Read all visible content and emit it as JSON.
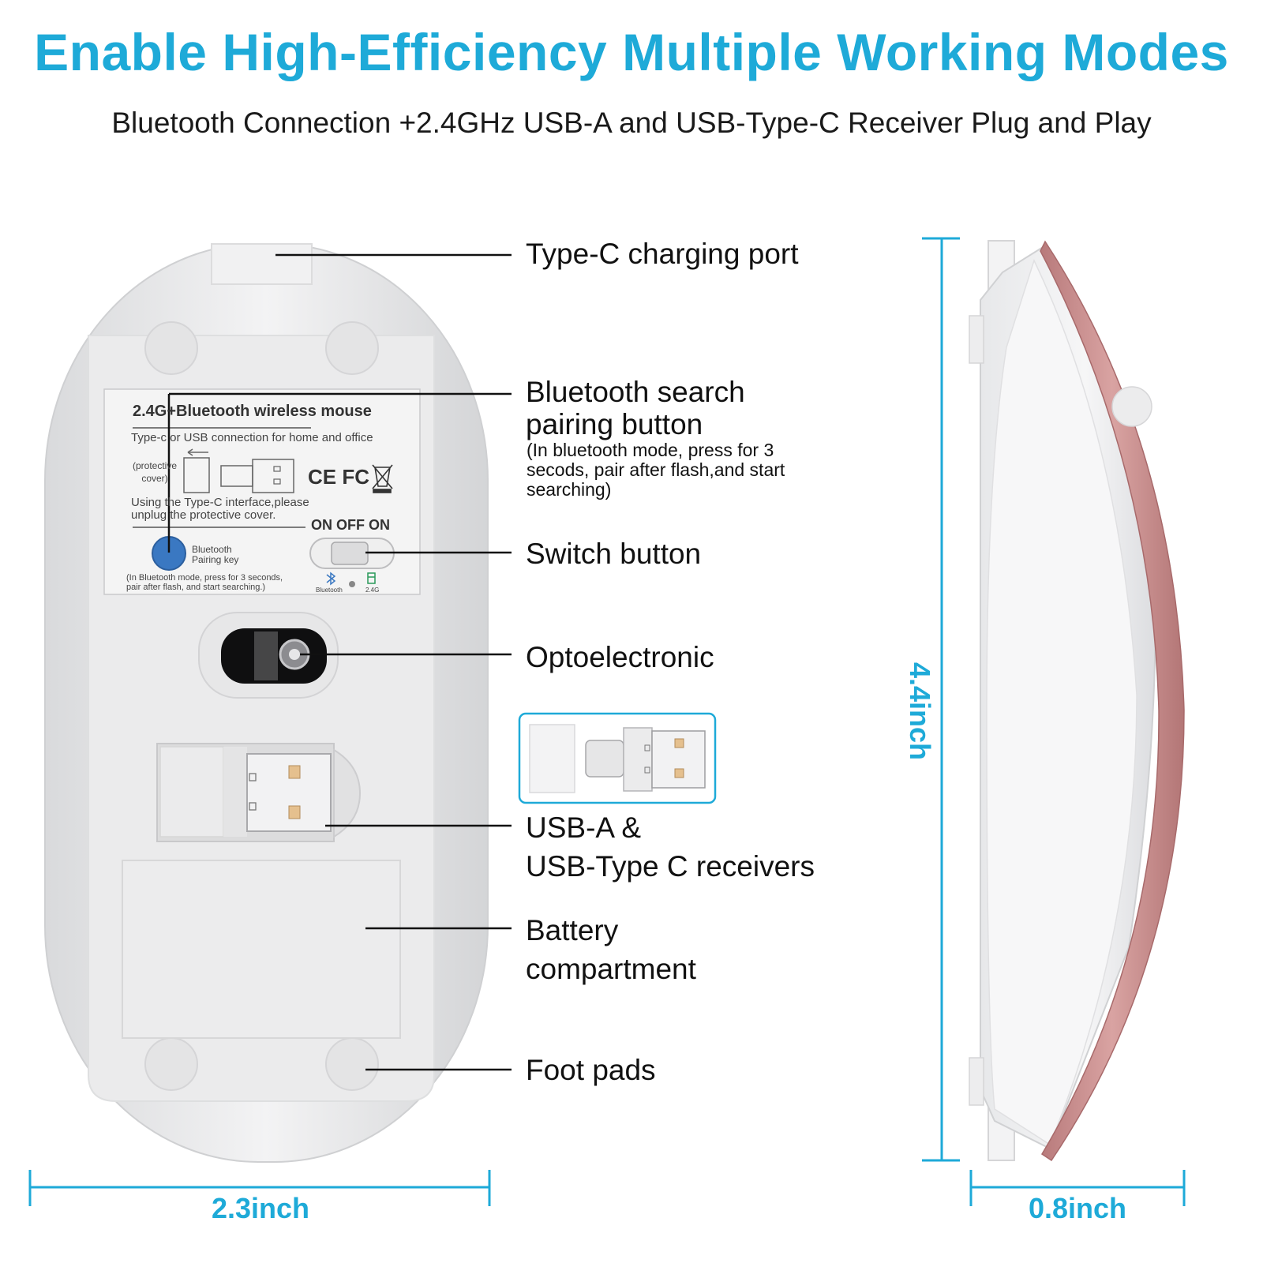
{
  "header": {
    "title": "Enable High-Efficiency Multiple Working Modes",
    "subtitle": "Bluetooth Connection +2.4GHz USB-A and USB-Type-C Receiver Plug and Play"
  },
  "callouts": {
    "type_c_port": "Type-C charging port",
    "bluetooth_button": "Bluetooth search pairing button",
    "bluetooth_button_note": "(In bluetooth mode, press for 3 secods, pair after flash,and start searching)",
    "switch_button": "Switch button",
    "optoelectronic": "Optoelectronic",
    "receivers_line1": "USB-A &",
    "receivers_line2": "USB-Type C receivers",
    "battery_line1": "Battery",
    "battery_line2": "compartment",
    "foot_pads": "Foot pads"
  },
  "dimensions": {
    "height": "4.4inch",
    "width": "2.3inch",
    "depth": "0.8inch"
  },
  "label": {
    "title": "2.4G+Bluetooth wireless mouse",
    "line1": "Type-c or USB connection for home and office",
    "protective_cover": "(protective cover)",
    "certs": "CE FC",
    "note_line1": "Using the Type-C interface,please",
    "note_line2": "unplug the protective cover.",
    "switch_positions": "ON OFF ON",
    "pairing_key": "Bluetooth Pairing key",
    "pairing_note_line1": "(In Bluetooth mode, press for 3 seconds,",
    "pairing_note_line2": "pair after flash, and start searching.)",
    "mode_bluetooth": "Bluetooth",
    "mode_24g": "2.4G"
  },
  "colors": {
    "accent": "#1eaad8",
    "rose_gold": "#c98f8f",
    "pairing_button": "#3a78c2"
  }
}
